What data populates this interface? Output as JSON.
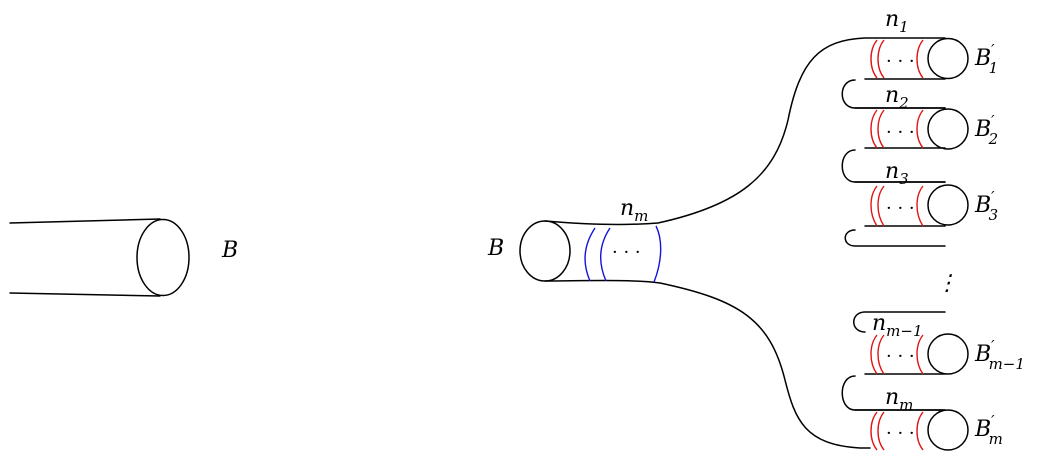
{
  "left_label": {
    "base": "B"
  },
  "base_label": {
    "base": "B"
  },
  "base_band": {
    "base": "n",
    "sub": "m"
  },
  "boundary_dots": "⋮",
  "segments": [
    {
      "n_base": "n",
      "n_sub": "1",
      "b_base": "B",
      "b_prime": "′",
      "b_sub": "1"
    },
    {
      "n_base": "n",
      "n_sub": "2",
      "b_base": "B",
      "b_prime": "′",
      "b_sub": "2"
    },
    {
      "n_base": "n",
      "n_sub": "3",
      "b_base": "B",
      "b_prime": "′",
      "b_sub": "3"
    },
    {
      "n_base": "n",
      "n_sub": "m−1",
      "b_base": "B",
      "b_prime": "′",
      "b_sub": "m−1"
    },
    {
      "n_base": "n",
      "n_sub": "m",
      "b_base": "B",
      "b_prime": "′",
      "b_sub": "m"
    }
  ],
  "band_dots": "· · ·",
  "colors": {
    "outline": "#000000",
    "base_twists": "#1414d8",
    "boundary_twists": "#e01414"
  }
}
